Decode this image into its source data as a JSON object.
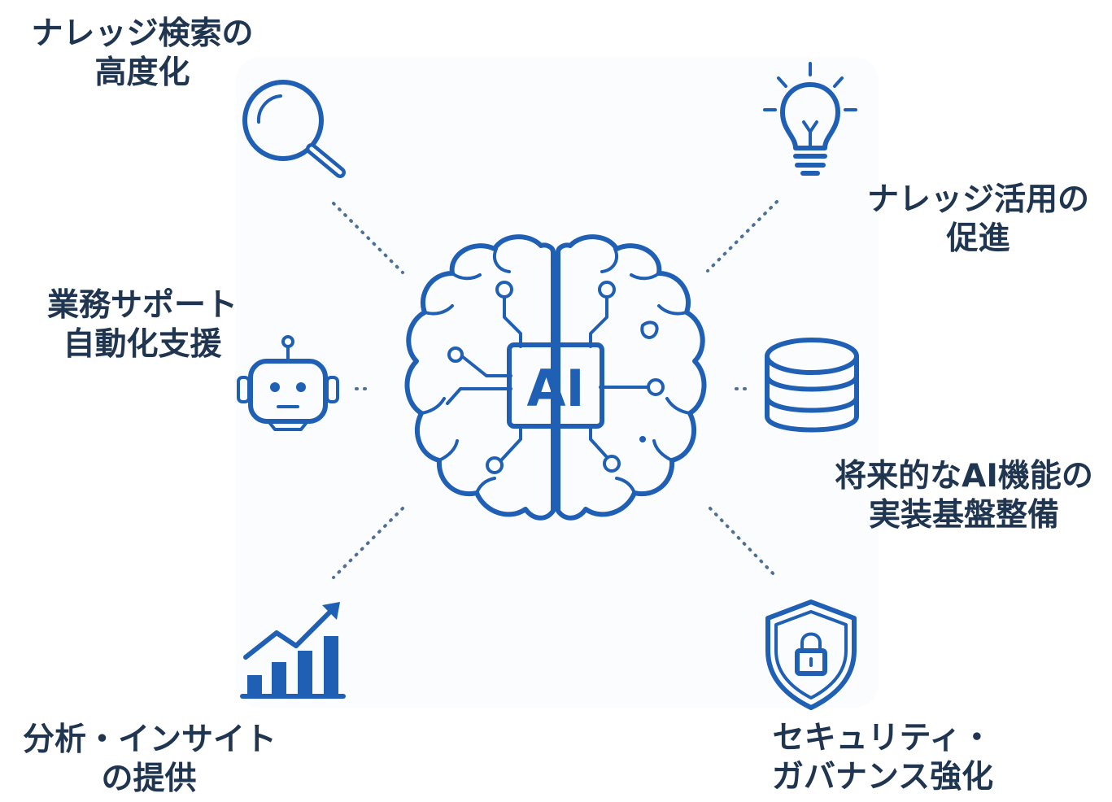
{
  "center": {
    "badge_text": "AI",
    "icon": "brain-circuit-icon"
  },
  "nodes": {
    "knowledge_search": {
      "icon": "magnifier-icon",
      "line1": "ナレッジ検索の",
      "line2": "高度化"
    },
    "knowledge_use": {
      "icon": "lightbulb-icon",
      "line1": "ナレッジ活用の",
      "line2": "促進"
    },
    "automation": {
      "icon": "robot-icon",
      "line1": "業務サポート",
      "line2": "自動化支援"
    },
    "ai_foundation": {
      "icon": "database-icon",
      "line1": "将来的なAI機能の",
      "line2": "実装基盤整備"
    },
    "analytics": {
      "icon": "growth-chart-icon",
      "line1": "分析・インサイト",
      "line2": "の提供"
    },
    "security": {
      "icon": "shield-lock-icon",
      "line1": "セキュリティ・",
      "line2": "ガバナンス強化"
    }
  },
  "colors": {
    "icon_blue": "#1f5fb4",
    "text_navy": "#1f3550",
    "connector_gray": "#4f6f93"
  }
}
